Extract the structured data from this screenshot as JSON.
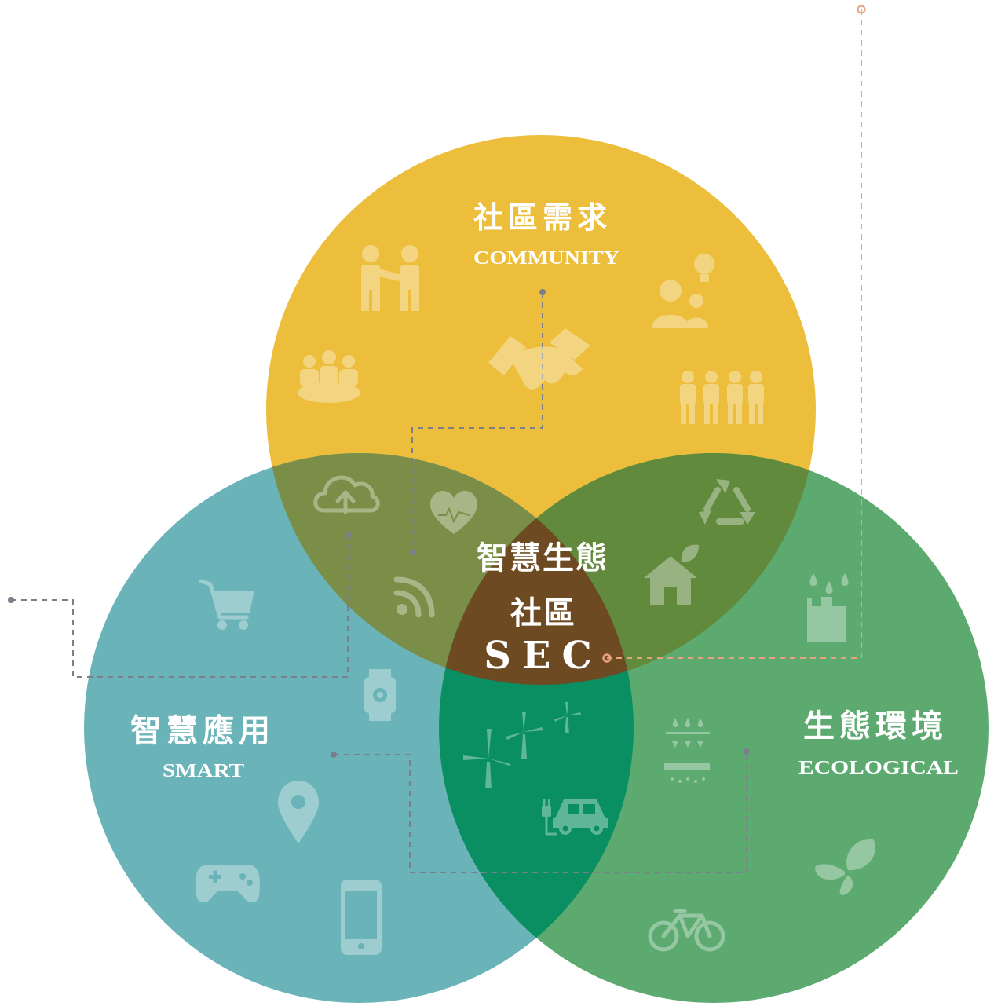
{
  "community": {
    "zh": "社區需求",
    "en": "COMMUNITY",
    "color": "#EDBE3C"
  },
  "smart": {
    "zh": "智慧應用",
    "en": "SMART",
    "color": "#6AB3B8"
  },
  "ecological": {
    "zh": "生態環境",
    "en": "ECOLOGICAL",
    "color": "#5DAA70"
  },
  "center": {
    "line1": "智慧生態",
    "line2": "社區",
    "line3": "SEC",
    "color": "#6D4A22"
  },
  "overlap_colors": {
    "community_smart": "#7A8E47",
    "community_ecological": "#618A3D",
    "smart_ecological": "#0A8F62"
  },
  "connector_colors": {
    "gray": "#7A7F8A",
    "orange": "#E8A27C"
  },
  "icons": {
    "community": [
      "handshake-people-icon",
      "handshake-icon",
      "group-meeting-icon",
      "idea-people-icon",
      "crowd-icon"
    ],
    "smart": [
      "cloud-upload-icon",
      "heart-rate-icon",
      "wifi-icon",
      "shopping-cart-icon",
      "smartwatch-icon",
      "location-pin-icon",
      "gamepad-icon",
      "smartphone-icon"
    ],
    "ecological": [
      "recycle-icon",
      "green-house-icon",
      "rain-factory-icon",
      "filtration-icon",
      "butterfly-icon",
      "bicycle-icon",
      "wind-turbine-icon",
      "electric-car-icon"
    ]
  }
}
